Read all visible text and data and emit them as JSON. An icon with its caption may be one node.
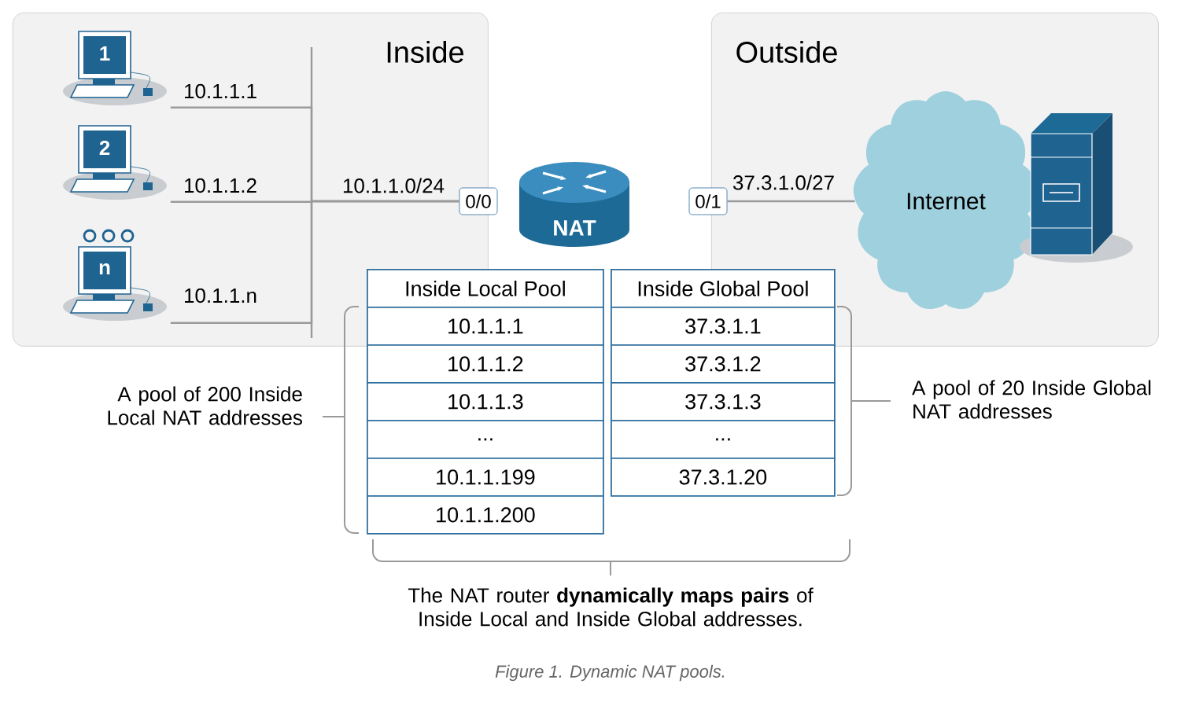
{
  "diagram": {
    "caption": "Figure 1. Dynamic NAT pools.",
    "nodes": [
      {
        "text": [
          "Inside"
        ]
      },
      {
        "text": [
          "Outside"
        ]
      },
      {
        "text": [
          "1"
        ],
        "in": 0
      },
      {
        "text": [
          "2"
        ],
        "in": 0
      },
      {
        "text": [
          "n"
        ],
        "in": 0
      },
      {
        "text": [
          "NAT"
        ]
      },
      {
        "text": [
          "0/0"
        ]
      },
      {
        "text": [
          "0/1"
        ]
      },
      {
        "text": [
          "Internet"
        ],
        "in": 1
      },
      {
        "text": [],
        "shape": "server",
        "in": 1
      }
    ],
    "edges": [
      {
        "from": 2,
        "to": 6,
        "arrow": "none",
        "label": "10.1.1.1"
      },
      {
        "from": 3,
        "to": 6,
        "arrow": "none",
        "label": "10.1.1.2"
      },
      {
        "from": 4,
        "to": 6,
        "arrow": "none",
        "label": "10.1.1.n"
      },
      {
        "from": 7,
        "to": 8,
        "arrow": "none",
        "label": "37.3.1.0/27"
      }
    ],
    "labels": [
      "10.1.1.0/24",
      "Inside Local Pool",
      "Inside Global Pool",
      "10.1.1.1",
      "37.3.1.1",
      "10.1.1.2",
      "37.3.1.2",
      "10.1.1.3",
      "37.3.1.3",
      "...",
      "...",
      "10.1.1.199",
      "37.3.1.20",
      "10.1.1.200",
      "A pool of 200 Inside Local NAT addresses",
      "A pool of 20 Inside Global NAT addresses",
      "The NAT router **dynamically maps pairs** of Inside Local and Inside Global addresses."
    ]
  }
}
